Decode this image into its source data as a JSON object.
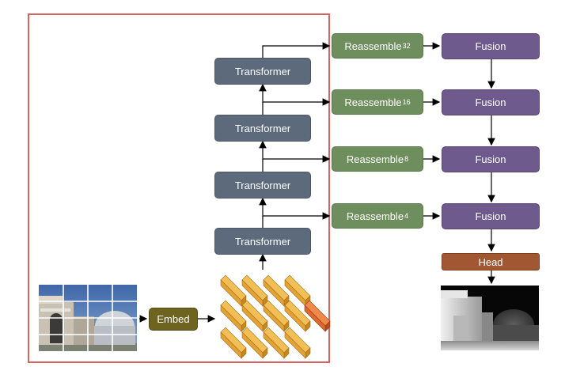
{
  "transformer_label": "Transformer",
  "embed_label": "Embed",
  "head_label": "Head",
  "fusion_label": "Fusion",
  "reassemble": [
    {
      "base": "Reassemble",
      "sub": "32"
    },
    {
      "base": "Reassemble",
      "sub": "16"
    },
    {
      "base": "Reassemble",
      "sub": "8"
    },
    {
      "base": "Reassemble",
      "sub": "4"
    }
  ],
  "colors": {
    "encoder_frame": "#d9645f",
    "transformer": "#5d6a7c",
    "reassemble": "#6f8e5e",
    "fusion": "#6e5a8c",
    "head": "#a15732",
    "embed": "#6e6420",
    "token": "#e6a332",
    "token_highlight": "#d86a2a"
  },
  "icons": [
    "input-photo",
    "depth-map-output",
    "token-patches"
  ]
}
